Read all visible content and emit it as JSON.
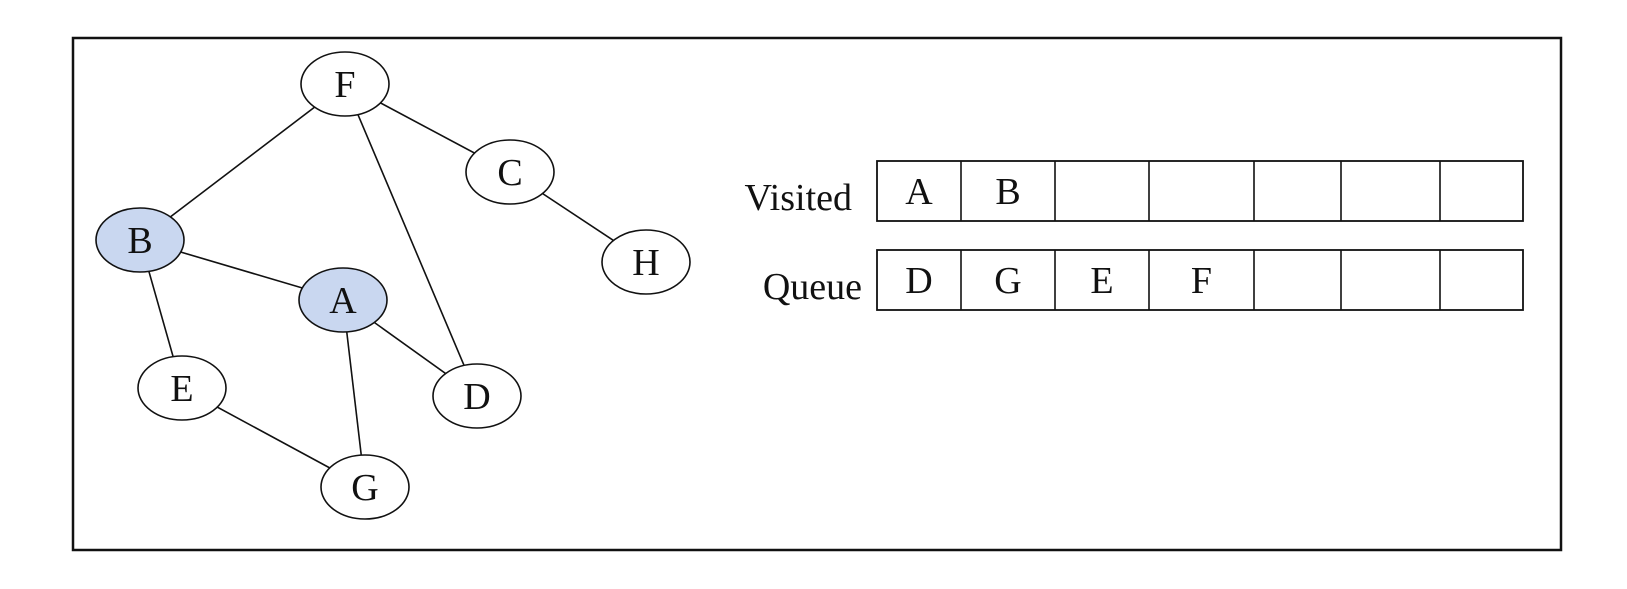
{
  "colors": {
    "visited_fill": "#c9d7f0",
    "default_fill": "#ffffff",
    "stroke": "#111111"
  },
  "graph": {
    "nodes": [
      {
        "id": "F",
        "label": "F",
        "visited": false
      },
      {
        "id": "C",
        "label": "C",
        "visited": false
      },
      {
        "id": "B",
        "label": "B",
        "visited": true
      },
      {
        "id": "H",
        "label": "H",
        "visited": false
      },
      {
        "id": "A",
        "label": "A",
        "visited": true
      },
      {
        "id": "E",
        "label": "E",
        "visited": false
      },
      {
        "id": "D",
        "label": "D",
        "visited": false
      },
      {
        "id": "G",
        "label": "G",
        "visited": false
      }
    ],
    "edges": [
      [
        "F",
        "B"
      ],
      [
        "F",
        "C"
      ],
      [
        "F",
        "D"
      ],
      [
        "C",
        "H"
      ],
      [
        "B",
        "A"
      ],
      [
        "B",
        "E"
      ],
      [
        "A",
        "D"
      ],
      [
        "A",
        "G"
      ],
      [
        "E",
        "G"
      ]
    ]
  },
  "visited": {
    "label": "Visited",
    "cells": [
      "A",
      "B",
      "",
      "",
      "",
      "",
      ""
    ]
  },
  "queue": {
    "label": "Queue",
    "cells": [
      "D",
      "G",
      "E",
      "F",
      "",
      "",
      ""
    ]
  }
}
